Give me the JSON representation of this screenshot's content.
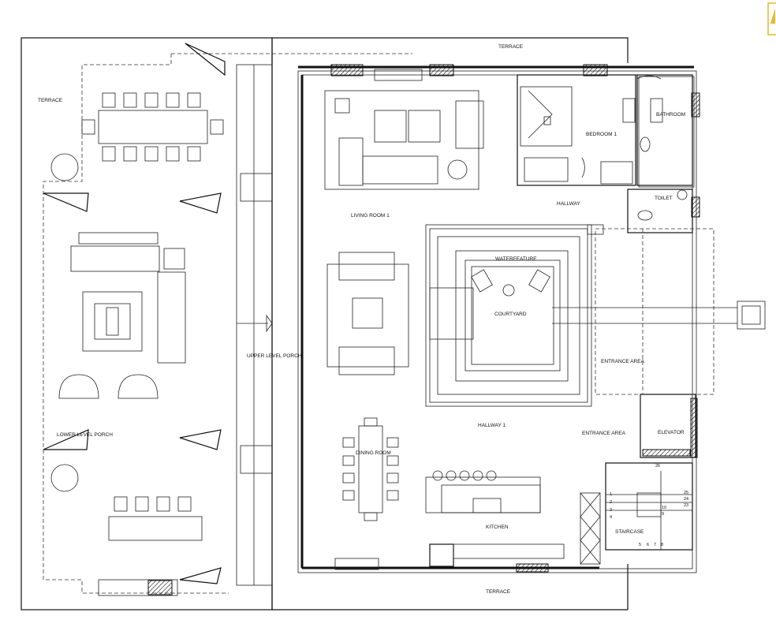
{
  "plan": {
    "rooms": {
      "terrace_top": "TERRACE",
      "terrace_left": "TERRACE",
      "terrace_bottom": "TERRACE",
      "bathroom": "BATHROOM",
      "bedroom": "BEDROOM 1",
      "toilet": "TOILET",
      "hallway": "HALLWAY",
      "living_room": "LIVING ROOM 1",
      "waterfeature": "WATERFEATURE",
      "courtyard": "COURTYARD",
      "upper_porch": "UPPER LEVEL PORCH",
      "entrance_area_1": "ENTRANCE AREA",
      "entrance_area_2": "ENTRANCE AREA",
      "hallway_1": "HALLWAY 1",
      "elevator": "ELEVATOR",
      "lower_porch": "LOWER LEVEL PORCH",
      "dining_room": "DINING ROOM",
      "kitchen": "KITCHEN",
      "staircase": "STAIRCASE"
    },
    "stair_numbers": [
      "1",
      "2",
      "3",
      "4",
      "5",
      "6",
      "7",
      "8",
      "9",
      "10",
      "23",
      "24",
      "25",
      "26"
    ],
    "logo_color": "#e8b923"
  }
}
